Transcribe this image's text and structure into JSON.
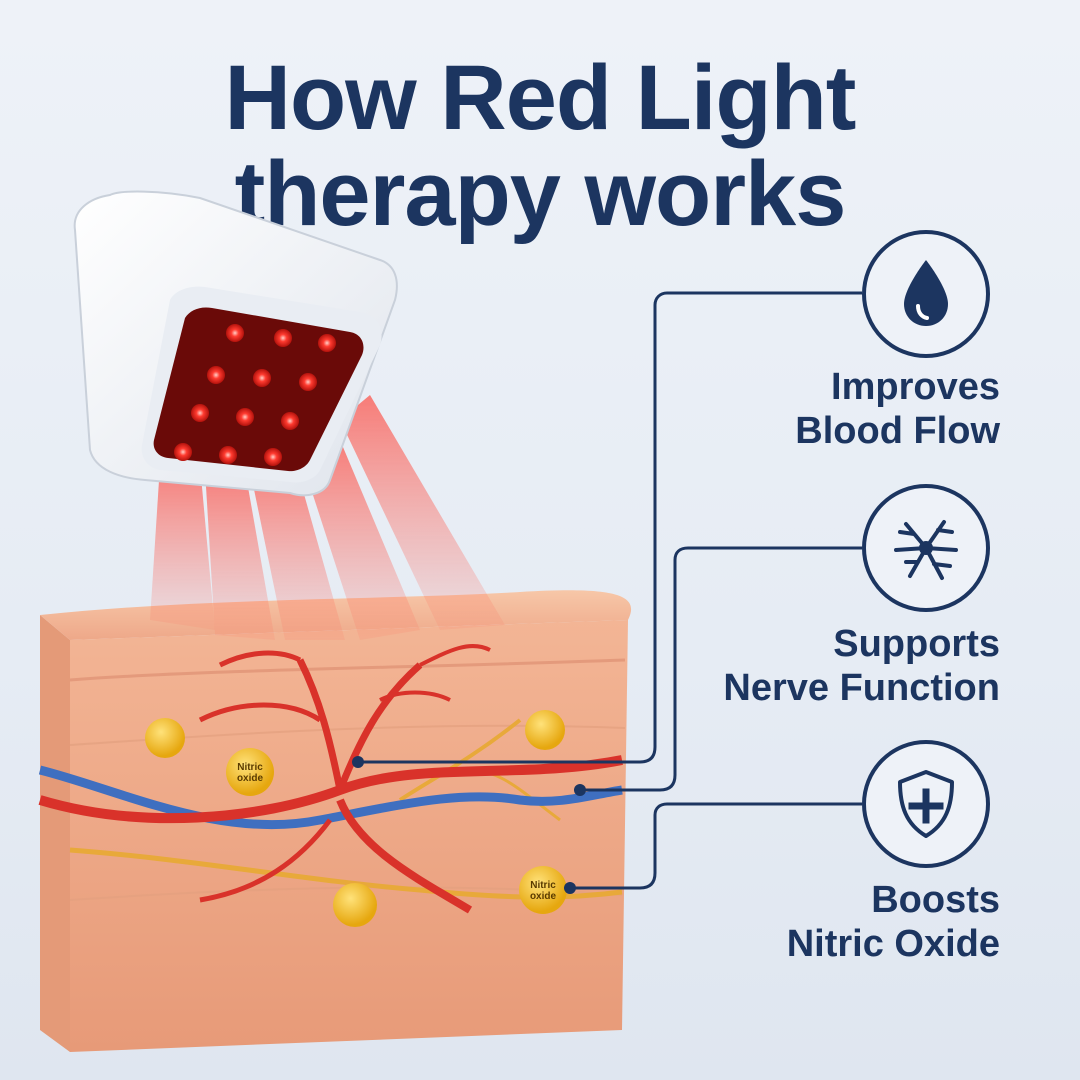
{
  "title": {
    "line1": "How Red Light",
    "line2": "therapy works"
  },
  "benefits": [
    {
      "icon": "water-drop-icon",
      "label": "Improves\nBlood Flow"
    },
    {
      "icon": "nerve-cell-icon",
      "label": "Supports\nNerve Function"
    },
    {
      "icon": "shield-plus-icon",
      "label": "Boosts\nNitric Oxide"
    }
  ],
  "molecule_labels": {
    "nitric_oxide_a": "Nitric\noxide",
    "nitric_oxide_b": "Nitric\noxide"
  },
  "colors": {
    "navy": "#1c3560",
    "red_light": "#ff3b30",
    "artery": "#d9322a",
    "vein": "#3f6fc0",
    "nerve": "#e8a93a",
    "skin": "#f2b38f",
    "molecule": "#f3b81c"
  }
}
